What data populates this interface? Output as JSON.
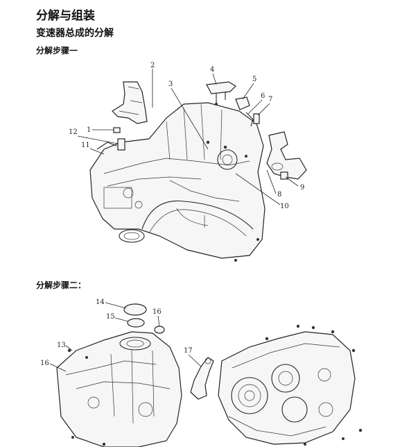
{
  "page": {
    "title": "分解与组装",
    "section": "变速器总成的分解",
    "step1": "分解步骤一",
    "step2": "分解步骤二："
  },
  "diagram1": {
    "callouts": [
      "1",
      "2",
      "3",
      "4",
      "5",
      "6",
      "7",
      "8",
      "9",
      "10",
      "11",
      "12"
    ]
  },
  "diagram2": {
    "callouts": [
      "13",
      "14",
      "15",
      "16",
      "16",
      "17"
    ]
  }
}
